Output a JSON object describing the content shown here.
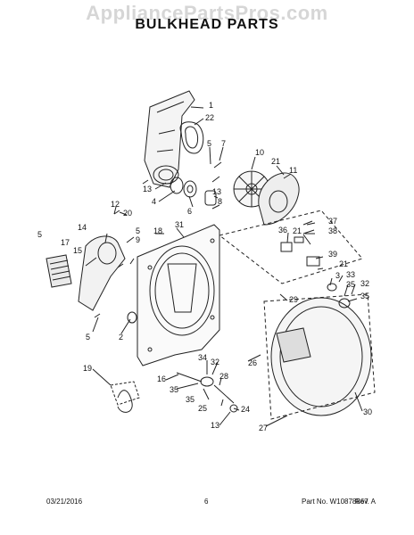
{
  "watermark": "AppliancePartsPros.com",
  "title": "BULKHEAD PARTS",
  "footer": {
    "date": "03/21/2016",
    "page": "6",
    "part_no": "Part No. W10878867",
    "rev": "Rev. A"
  },
  "callouts": {
    "c1": "1",
    "c22": "22",
    "c5a": "5",
    "c7": "7",
    "c10": "10",
    "c21a": "21",
    "c11": "11",
    "c13a": "13",
    "c4": "4",
    "c6": "6",
    "c8": "8",
    "c13b": "13",
    "c12": "12",
    "c20": "20",
    "c31": "31",
    "c5b": "5",
    "c9": "9",
    "c18": "18",
    "c14": "14",
    "c5c": "5",
    "c17": "17",
    "c15": "15",
    "c37": "37",
    "c36": "36",
    "c38": "38",
    "c21b": "21",
    "c39": "39",
    "c21c": "21",
    "c3": "3",
    "c33": "33",
    "c32a": "32",
    "c35a": "35",
    "c35b": "35",
    "c29": "29",
    "c5d": "5",
    "c2": "2",
    "c26": "26",
    "c19": "19",
    "c34": "34",
    "c32b": "32",
    "c16": "16",
    "c35c": "35",
    "c28": "28",
    "c35d": "35",
    "c25": "25",
    "c24": "24",
    "c13c": "13",
    "c27": "27",
    "c30": "30"
  }
}
